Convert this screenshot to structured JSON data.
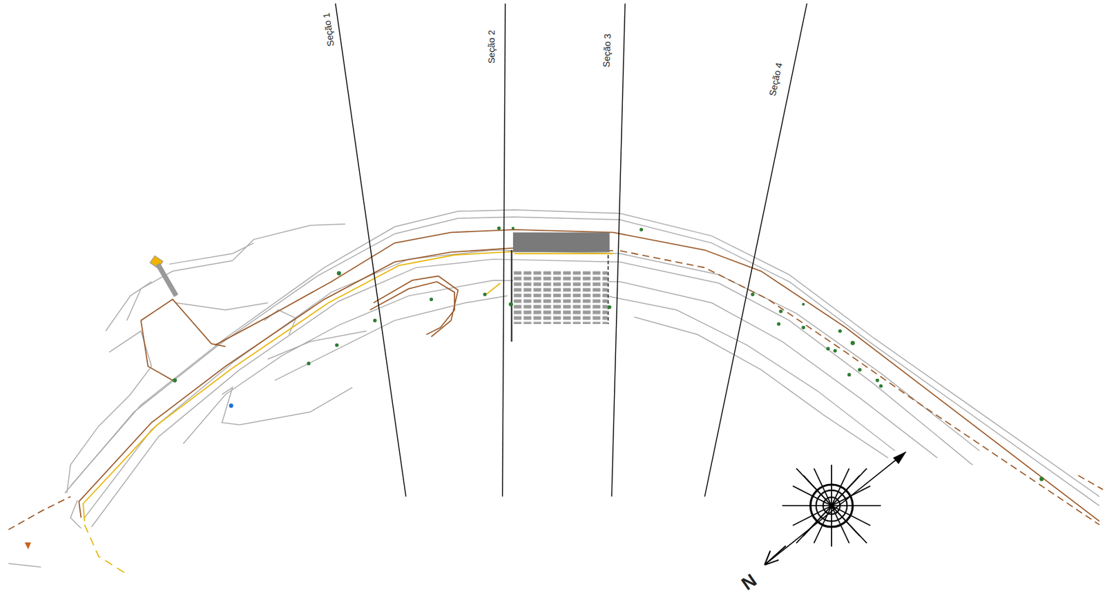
{
  "diagram": {
    "labels": [
      "Seção 1",
      "Seção 2",
      "Seção 3",
      "Seção 4",
      "N"
    ]
  }
}
